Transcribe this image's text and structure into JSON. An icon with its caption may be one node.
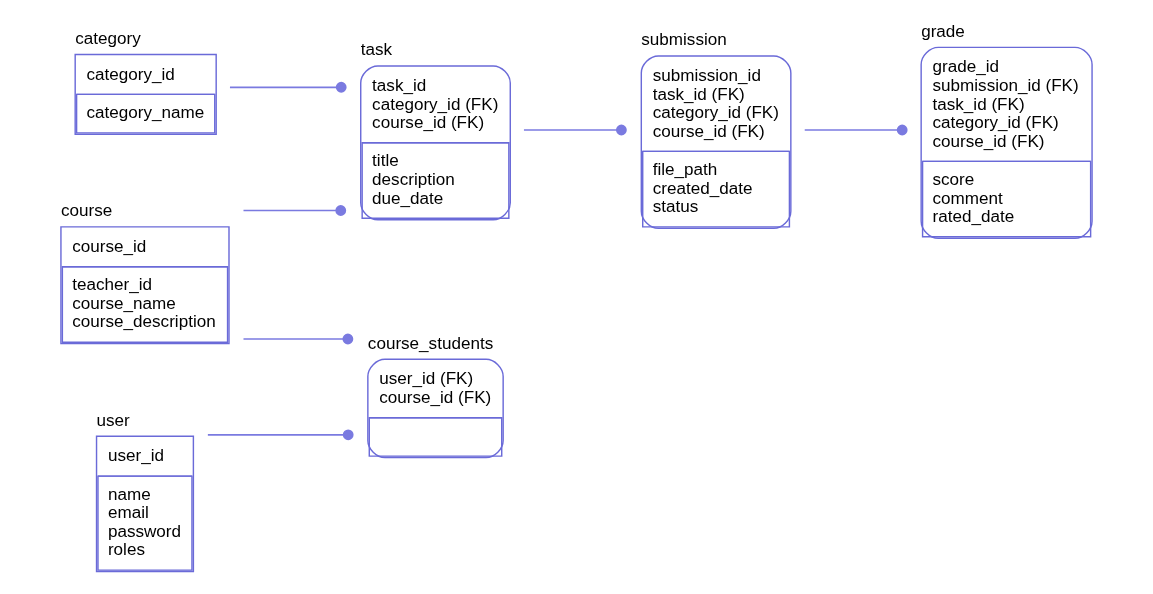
{
  "diagram": {
    "nodes": [
      {
        "text": [
          "task",
          "task_id category_id (FK) course_id (FK)",
          "title description due_date"
        ]
      },
      {
        "text": [
          "submission",
          "submission_id task_id (FK) category_id (FK) course_id (FK)",
          "file_path created_date status"
        ]
      },
      {
        "text": [
          "grade",
          "grade_id submission_id (FK) task_id (FK) category_id (FK) course_id (FK)",
          "score comment rated_date"
        ]
      },
      {
        "text": [
          "user",
          "user_id",
          "name email password roles"
        ]
      },
      {
        "text": [
          "course",
          "course_id",
          "teacher_id course_name course_description"
        ]
      },
      {
        "text": [
          "category",
          "category_id",
          "category_name"
        ]
      },
      {
        "text": [
          "course_students",
          "user_id (FK) course_id (FK)"
        ]
      }
    ],
    "edges": [
      {
        "from": 0,
        "to": 1,
        "arrow": "other"
      },
      {
        "from": 1,
        "to": 2,
        "arrow": "other"
      },
      {
        "from": 5,
        "to": 0,
        "arrow": "other"
      },
      {
        "from": 4,
        "to": 0,
        "arrow": "other"
      },
      {
        "from": 4,
        "to": 6,
        "arrow": "other"
      },
      {
        "from": 3,
        "to": 6,
        "arrow": "other"
      }
    ]
  }
}
